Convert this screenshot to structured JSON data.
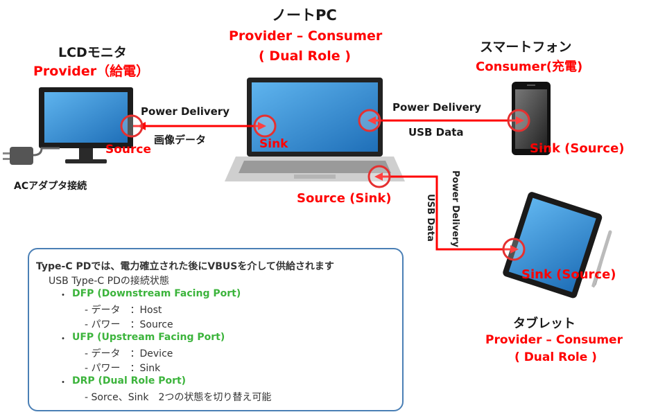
{
  "laptop": {
    "title": "ノートPC",
    "role": "Provider – Consumer",
    "role2": "( Dual Role )",
    "port_left_label": "Sink",
    "port_bottom_label": "Source (Sink)"
  },
  "monitor": {
    "title": "LCDモニタ",
    "role": "Provider（給電）",
    "port_label": "Source",
    "adapter_label": "ACアダプタ接続"
  },
  "smartphone": {
    "title": "スマートフォン",
    "role": "Consumer(充電)",
    "port_label": "Sink (Source)"
  },
  "tablet": {
    "title": "タブレット",
    "role": "Provider – Consumer",
    "role2": "( Dual Role )",
    "port_label": "Sink (Source)"
  },
  "links": {
    "monitor_laptop_power": "Power Delivery",
    "monitor_laptop_data": "画像データ",
    "phone_laptop_power": "Power Delivery",
    "phone_laptop_data": "USB Data",
    "tablet_laptop_power": "Power Delivery",
    "tablet_laptop_data": "USB Data"
  },
  "info": {
    "heading": "Type-C PDでは、電力確立された後にVBUSを介して供給されます",
    "subheading": "USB Type-C PDの接続状態",
    "dfp": {
      "title": "DFP (Downstream Facing Port)",
      "data_line": "- データ　：Host",
      "power_line": "- パワー　：Source"
    },
    "ufp": {
      "title": "UFP (Upstream Facing Port)",
      "data_line": "- データ　：Device",
      "power_line": "- パワー　：Sink"
    },
    "drp": {
      "title": "DRP (Dual Role Port)",
      "line": "- Sorce、Sink　2つの状態を切り替え可能"
    },
    "bullet": "・"
  },
  "colors": {
    "accent_red": "#ff0000",
    "green": "#3cb43c",
    "box_border": "#4a7fb5",
    "screen_blue": "#2f8fd6"
  }
}
